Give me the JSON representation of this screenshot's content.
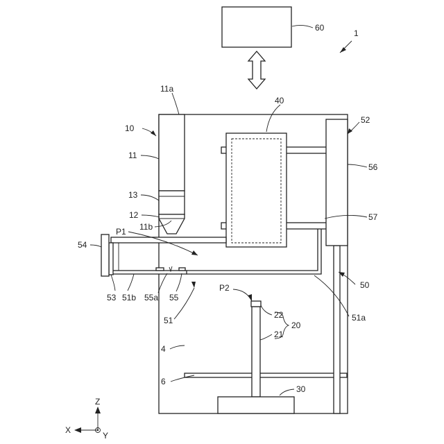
{
  "labels": {
    "l60": "60",
    "l1": "1",
    "l11a": "11a",
    "l40": "40",
    "l52": "52",
    "l10": "10",
    "l11": "11",
    "l56": "56",
    "l13": "13",
    "l12": "12",
    "l11b": "11b",
    "l57": "57",
    "lP1": "P1",
    "l54": "54",
    "l50": "50",
    "l53": "53",
    "l51b": "51b",
    "l55a": "55a",
    "l55": "55",
    "lP2": "P2",
    "l51a": "51a",
    "l22": "22",
    "l20": "20",
    "l51": "51",
    "l21": "21",
    "l4": "4",
    "l6": "6",
    "l30": "30"
  },
  "axes": {
    "z": "Z",
    "x": "X",
    "y": "Y"
  }
}
